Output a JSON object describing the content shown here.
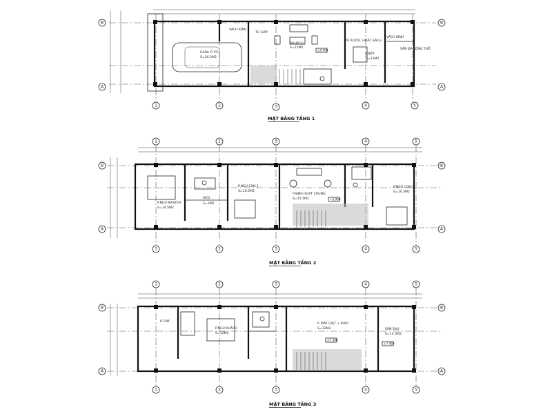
{
  "floors": [
    {
      "title": "MẶT BẰNG TẦNG 1",
      "grid_cols": [
        "1",
        "2",
        "3",
        "4",
        "5"
      ],
      "grid_rows": [
        "B",
        "A"
      ],
      "rooms": [
        {
          "name": "GARA Ô TÔ",
          "area": "S=26.5M2"
        },
        {
          "name": "P.KHÁCH",
          "area": "S=15M2"
        },
        {
          "name": "P.BẾP",
          "area": "S=13M2"
        },
        {
          "name": "SÂN ĐÁ LỘNG THỔ",
          "area": ""
        }
      ],
      "notes": [
        "VÁCH KÍNH",
        "TỦ GIÀY",
        "TỦ RƯỢU, HOẶC SÁCH",
        "VÁCH KÍNH"
      ],
      "levels": [
        "±0.000"
      ]
    },
    {
      "title": "MẶT BẰNG TẦNG 2",
      "grid_cols": [
        "1",
        "2",
        "3",
        "4",
        "5"
      ],
      "grid_rows": [
        "B",
        "A"
      ],
      "rooms": [
        {
          "name": "P.NGỦ MASTER",
          "area": "S=14.5M2"
        },
        {
          "name": "WC2",
          "area": "S=3M2"
        },
        {
          "name": "P.NGỦ CON 1",
          "area": "S=10.5M2"
        },
        {
          "name": "P.SINH HOẠT CHUNG",
          "area": "S=15.5M2"
        },
        {
          "name": "P.NGỦ CON 2",
          "area": "S=10.5M2"
        }
      ],
      "notes": [],
      "levels": [
        "+3.900"
      ]
    },
    {
      "title": "MẶT BẰNG TẦNG 3",
      "grid_cols": [
        "1",
        "2",
        "3",
        "4",
        "5"
      ],
      "grid_rows": [
        "B",
        "A"
      ],
      "rooms": [
        {
          "name": "P.THỜ",
          "area": ""
        },
        {
          "name": "P.NGỦ KHÁCH",
          "area": "S=12M2"
        },
        {
          "name": "P. MÁY GIẶT + PHƠI",
          "area": "S=12M2"
        },
        {
          "name": "SÂN SAU",
          "area": "S=14.5M2"
        }
      ],
      "notes": [],
      "levels": [
        "+7.500",
        "+7.450"
      ]
    }
  ]
}
